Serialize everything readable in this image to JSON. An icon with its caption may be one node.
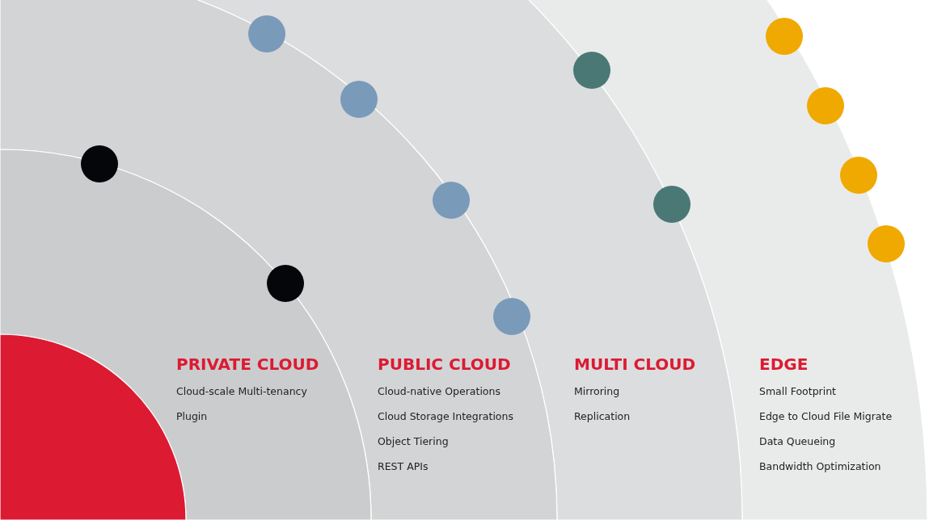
{
  "diagram": {
    "nodes": [
      {
        "text": [],
        "shape": "circle"
      },
      {
        "text": [
          "PRIVATE CLOUD",
          "Cloud-scale Multi-tenancy",
          "Plugin"
        ]
      },
      {
        "text": [
          "PUBLIC CLOUD",
          "Cloud-native Operations",
          "Cloud Storage Integrations",
          "Object Tiering",
          "REST APIs"
        ]
      },
      {
        "text": [
          "MULTI CLOUD",
          "Mirroring",
          "Replication"
        ]
      },
      {
        "text": [
          "EDGE",
          "Small Footprint",
          "Edge to Cloud File Migrate",
          "Data Queueing",
          "Bandwidth Optimization"
        ]
      }
    ],
    "edges": []
  }
}
